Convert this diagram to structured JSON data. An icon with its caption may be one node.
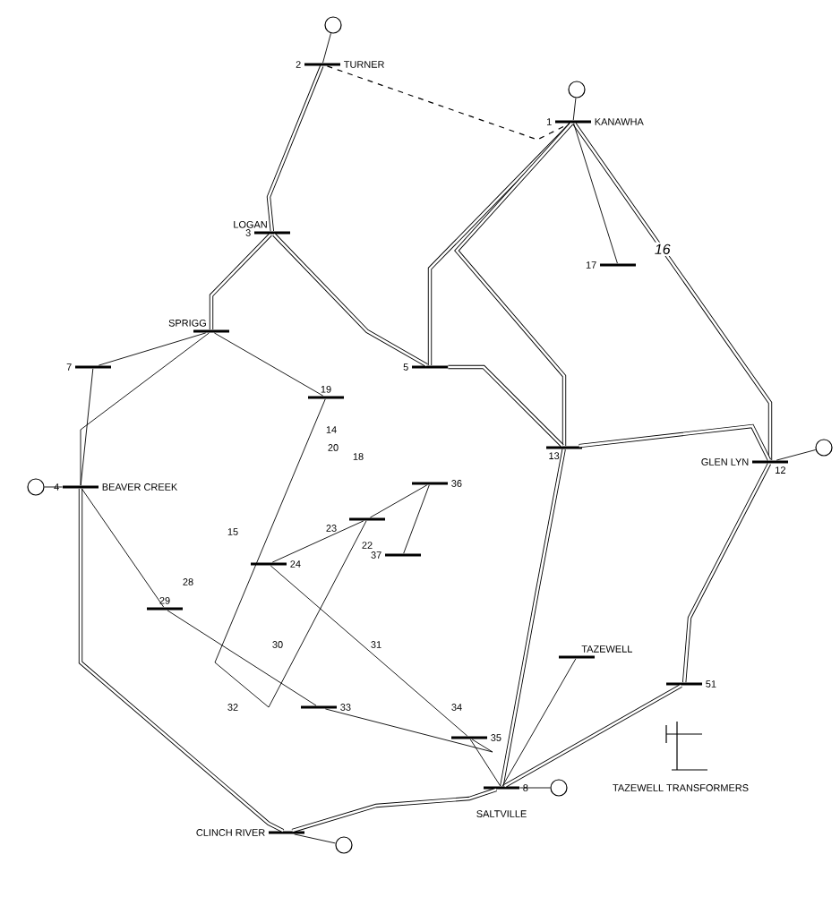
{
  "diagram": {
    "nodes": [
      {
        "text": [],
        "shape": "circle"
      },
      {
        "text": [
          "TURNER"
        ],
        "beside": [
          "2"
        ]
      },
      {
        "text": [],
        "shape": "circle"
      },
      {
        "text": [
          "KANAWHA"
        ],
        "beside": [
          "1"
        ]
      },
      {
        "text": [
          "LOGAN"
        ],
        "beside": [
          "3"
        ]
      },
      {
        "text": [
          "SPRIGG"
        ]
      },
      {
        "text": [
          "7"
        ]
      },
      {
        "text": [],
        "shape": "circle"
      },
      {
        "text": [
          "BEAVER CREEK"
        ],
        "beside": [
          "4"
        ]
      },
      {
        "text": [
          "5"
        ]
      },
      {
        "text": [
          "17"
        ]
      },
      {
        "text": [
          "13"
        ]
      },
      {
        "text": [
          "GLEN LYN"
        ],
        "beside": [
          "12"
        ]
      },
      {
        "text": [],
        "shape": "circle"
      },
      {
        "text": [
          "19"
        ]
      },
      {
        "text": [
          "36"
        ]
      },
      {
        "text": [
          "22"
        ]
      },
      {
        "text": [
          "37"
        ]
      },
      {
        "text": [
          "24"
        ]
      },
      {
        "text": [
          "29"
        ]
      },
      {
        "text": [
          "33"
        ]
      },
      {
        "text": [
          "35"
        ]
      },
      {
        "text": [
          "TAZEWELL"
        ]
      },
      {
        "text": [
          "51"
        ]
      },
      {
        "text": [
          "SALTVILLE"
        ],
        "beside": [
          "8"
        ]
      },
      {
        "text": [],
        "shape": "circle"
      },
      {
        "text": [
          "CLINCH RIVER"
        ]
      },
      {
        "text": [],
        "shape": "circle"
      }
    ],
    "edges": [
      {
        "from": 0,
        "to": 1,
        "arrow": "none"
      },
      {
        "from": 1,
        "to": 4,
        "arrow": "none",
        "style": "thick"
      },
      {
        "from": 1,
        "to": 3,
        "arrow": "none",
        "style": "dashed"
      },
      {
        "from": 2,
        "to": 3,
        "arrow": "none"
      },
      {
        "from": 3,
        "to": 9,
        "arrow": "none",
        "style": "thick"
      },
      {
        "from": 3,
        "to": 11,
        "arrow": "none",
        "style": "thick"
      },
      {
        "from": 3,
        "to": 12,
        "arrow": "none",
        "style": "thick",
        "label": "16"
      },
      {
        "from": 3,
        "to": 10,
        "arrow": "none"
      },
      {
        "from": 4,
        "to": 9,
        "arrow": "none",
        "style": "thick"
      },
      {
        "from": 4,
        "to": 5,
        "arrow": "none",
        "style": "thick"
      },
      {
        "from": 5,
        "to": 8,
        "arrow": "none"
      },
      {
        "from": 5,
        "to": 6,
        "arrow": "none"
      },
      {
        "from": 6,
        "to": 8,
        "arrow": "none"
      },
      {
        "from": 9,
        "to": 11,
        "arrow": "none",
        "style": "thick"
      },
      {
        "from": 11,
        "to": 12,
        "arrow": "none",
        "style": "thick"
      },
      {
        "from": 11,
        "to": 24,
        "arrow": "none",
        "style": "thick"
      },
      {
        "from": 12,
        "to": 13,
        "arrow": "none"
      },
      {
        "from": 12,
        "to": 23,
        "arrow": "none",
        "style": "thick"
      },
      {
        "from": 23,
        "to": 24,
        "arrow": "none",
        "style": "thick"
      },
      {
        "from": 22,
        "to": 24,
        "arrow": "none"
      },
      {
        "from": 7,
        "to": 8,
        "arrow": "none"
      },
      {
        "from": 8,
        "to": 26,
        "arrow": "none",
        "style": "thick"
      },
      {
        "from": 26,
        "to": 24,
        "arrow": "none",
        "style": "thick"
      },
      {
        "from": 24,
        "to": 25,
        "arrow": "none"
      },
      {
        "from": 26,
        "to": 27,
        "arrow": "none"
      },
      {
        "from": 5,
        "to": 14,
        "arrow": "none"
      },
      {
        "from": 14,
        "to": 16,
        "arrow": "none"
      },
      {
        "from": 16,
        "to": 15,
        "arrow": "none"
      },
      {
        "from": 18,
        "to": 16,
        "arrow": "none"
      },
      {
        "from": 17,
        "to": 15,
        "arrow": "none"
      },
      {
        "from": 8,
        "to": 19,
        "arrow": "none"
      },
      {
        "from": 19,
        "to": 20,
        "arrow": "none"
      },
      {
        "from": 20,
        "to": 21,
        "arrow": "none"
      },
      {
        "from": 21,
        "to": 24,
        "arrow": "none"
      },
      {
        "from": 18,
        "to": 21,
        "arrow": "none"
      }
    ],
    "labels": [
      "14",
      "18",
      "15",
      "20",
      "23",
      "28",
      "30",
      "31",
      "32",
      "34",
      "TAZEWELL TRANSFORMERS"
    ]
  }
}
